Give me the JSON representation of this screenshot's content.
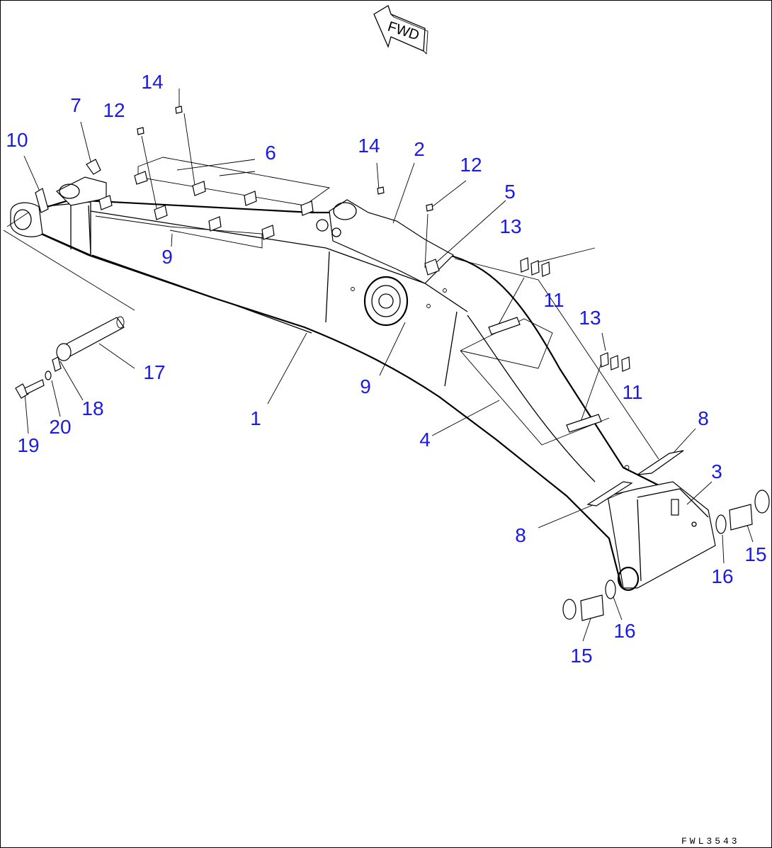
{
  "diagram": {
    "direction_marker": "FWD",
    "drawing_code": "FWL3543",
    "callout_color": "#1a1ae6",
    "callouts": [
      {
        "id": "c1",
        "label": "1"
      },
      {
        "id": "c2",
        "label": "2"
      },
      {
        "id": "c3",
        "label": "3"
      },
      {
        "id": "c4",
        "label": "4"
      },
      {
        "id": "c5",
        "label": "5"
      },
      {
        "id": "c6",
        "label": "6"
      },
      {
        "id": "c7",
        "label": "7"
      },
      {
        "id": "c8a",
        "label": "8"
      },
      {
        "id": "c8b",
        "label": "8"
      },
      {
        "id": "c9a",
        "label": "9"
      },
      {
        "id": "c9b",
        "label": "9"
      },
      {
        "id": "c10",
        "label": "10"
      },
      {
        "id": "c11a",
        "label": "11"
      },
      {
        "id": "c11b",
        "label": "11"
      },
      {
        "id": "c12a",
        "label": "12"
      },
      {
        "id": "c12b",
        "label": "12"
      },
      {
        "id": "c13a",
        "label": "13"
      },
      {
        "id": "c13b",
        "label": "13"
      },
      {
        "id": "c14a",
        "label": "14"
      },
      {
        "id": "c14b",
        "label": "14"
      },
      {
        "id": "c15a",
        "label": "15"
      },
      {
        "id": "c15b",
        "label": "15"
      },
      {
        "id": "c16a",
        "label": "16"
      },
      {
        "id": "c16b",
        "label": "16"
      },
      {
        "id": "c17",
        "label": "17"
      },
      {
        "id": "c18",
        "label": "18"
      },
      {
        "id": "c19",
        "label": "19"
      },
      {
        "id": "c20",
        "label": "20"
      }
    ]
  }
}
